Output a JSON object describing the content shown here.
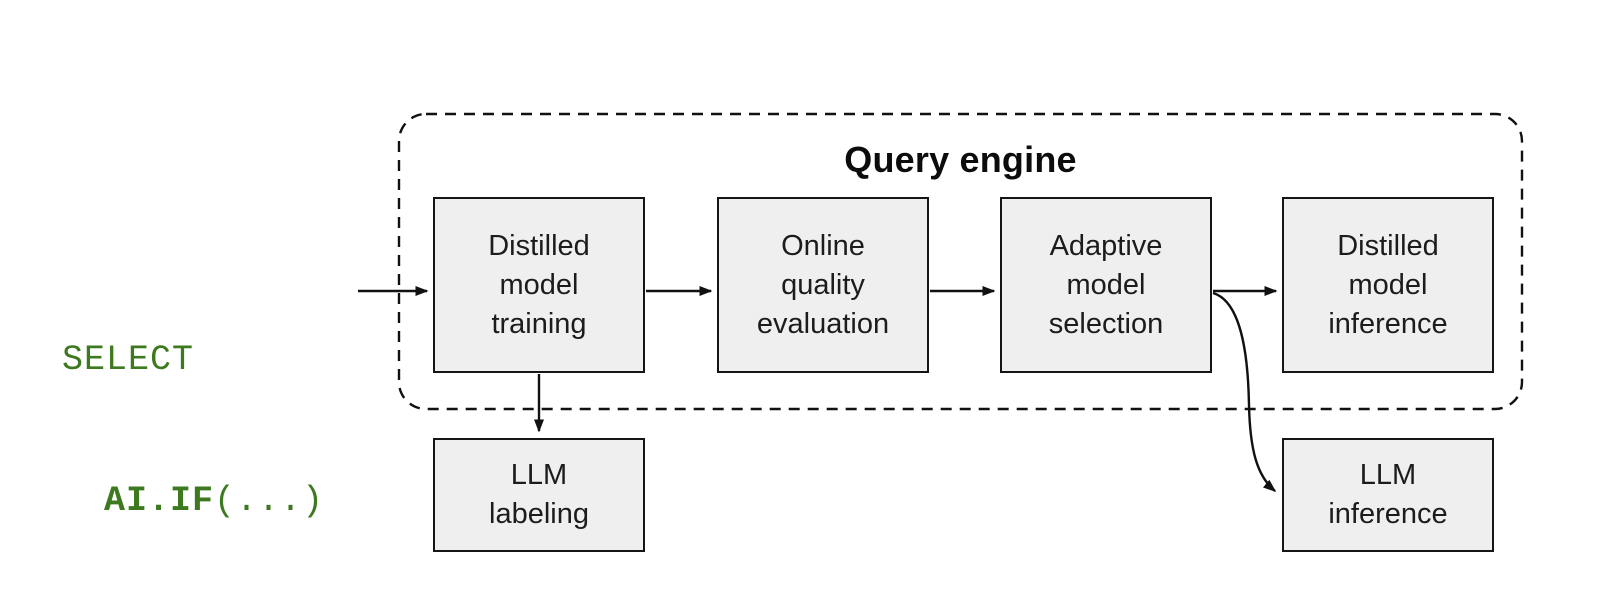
{
  "figure": {
    "query_code": {
      "line1": "SELECT",
      "func": "AI.IF",
      "args": "(...)"
    },
    "engine": {
      "label": "Query engine",
      "nodes": [
        {
          "id": "distilled-model-training",
          "lines": [
            "Distilled",
            "model",
            "training"
          ]
        },
        {
          "id": "online-quality-evaluation",
          "lines": [
            "Online",
            "quality",
            "evaluation"
          ]
        },
        {
          "id": "adaptive-model-selection",
          "lines": [
            "Adaptive",
            "model",
            "selection"
          ]
        },
        {
          "id": "distilled-model-inference",
          "lines": [
            "Distilled",
            "model",
            "inference"
          ]
        }
      ]
    },
    "external_nodes": [
      {
        "id": "llm-labeling",
        "lines": [
          "LLM",
          "labeling"
        ]
      },
      {
        "id": "llm-inference",
        "lines": [
          "LLM",
          "inference"
        ]
      }
    ],
    "edges": [
      {
        "from": "select-ai-if-query",
        "to": "distilled-model-training"
      },
      {
        "from": "distilled-model-training",
        "to": "online-quality-evaluation"
      },
      {
        "from": "online-quality-evaluation",
        "to": "adaptive-model-selection"
      },
      {
        "from": "adaptive-model-selection",
        "to": "distilled-model-inference"
      },
      {
        "from": "distilled-model-training",
        "to": "llm-labeling"
      },
      {
        "from": "adaptive-model-selection",
        "to": "llm-inference"
      }
    ],
    "colors": {
      "code_green": "#3d7a1f",
      "node_fill": "#efefef",
      "stroke": "#111111",
      "background": "#ffffff"
    }
  }
}
